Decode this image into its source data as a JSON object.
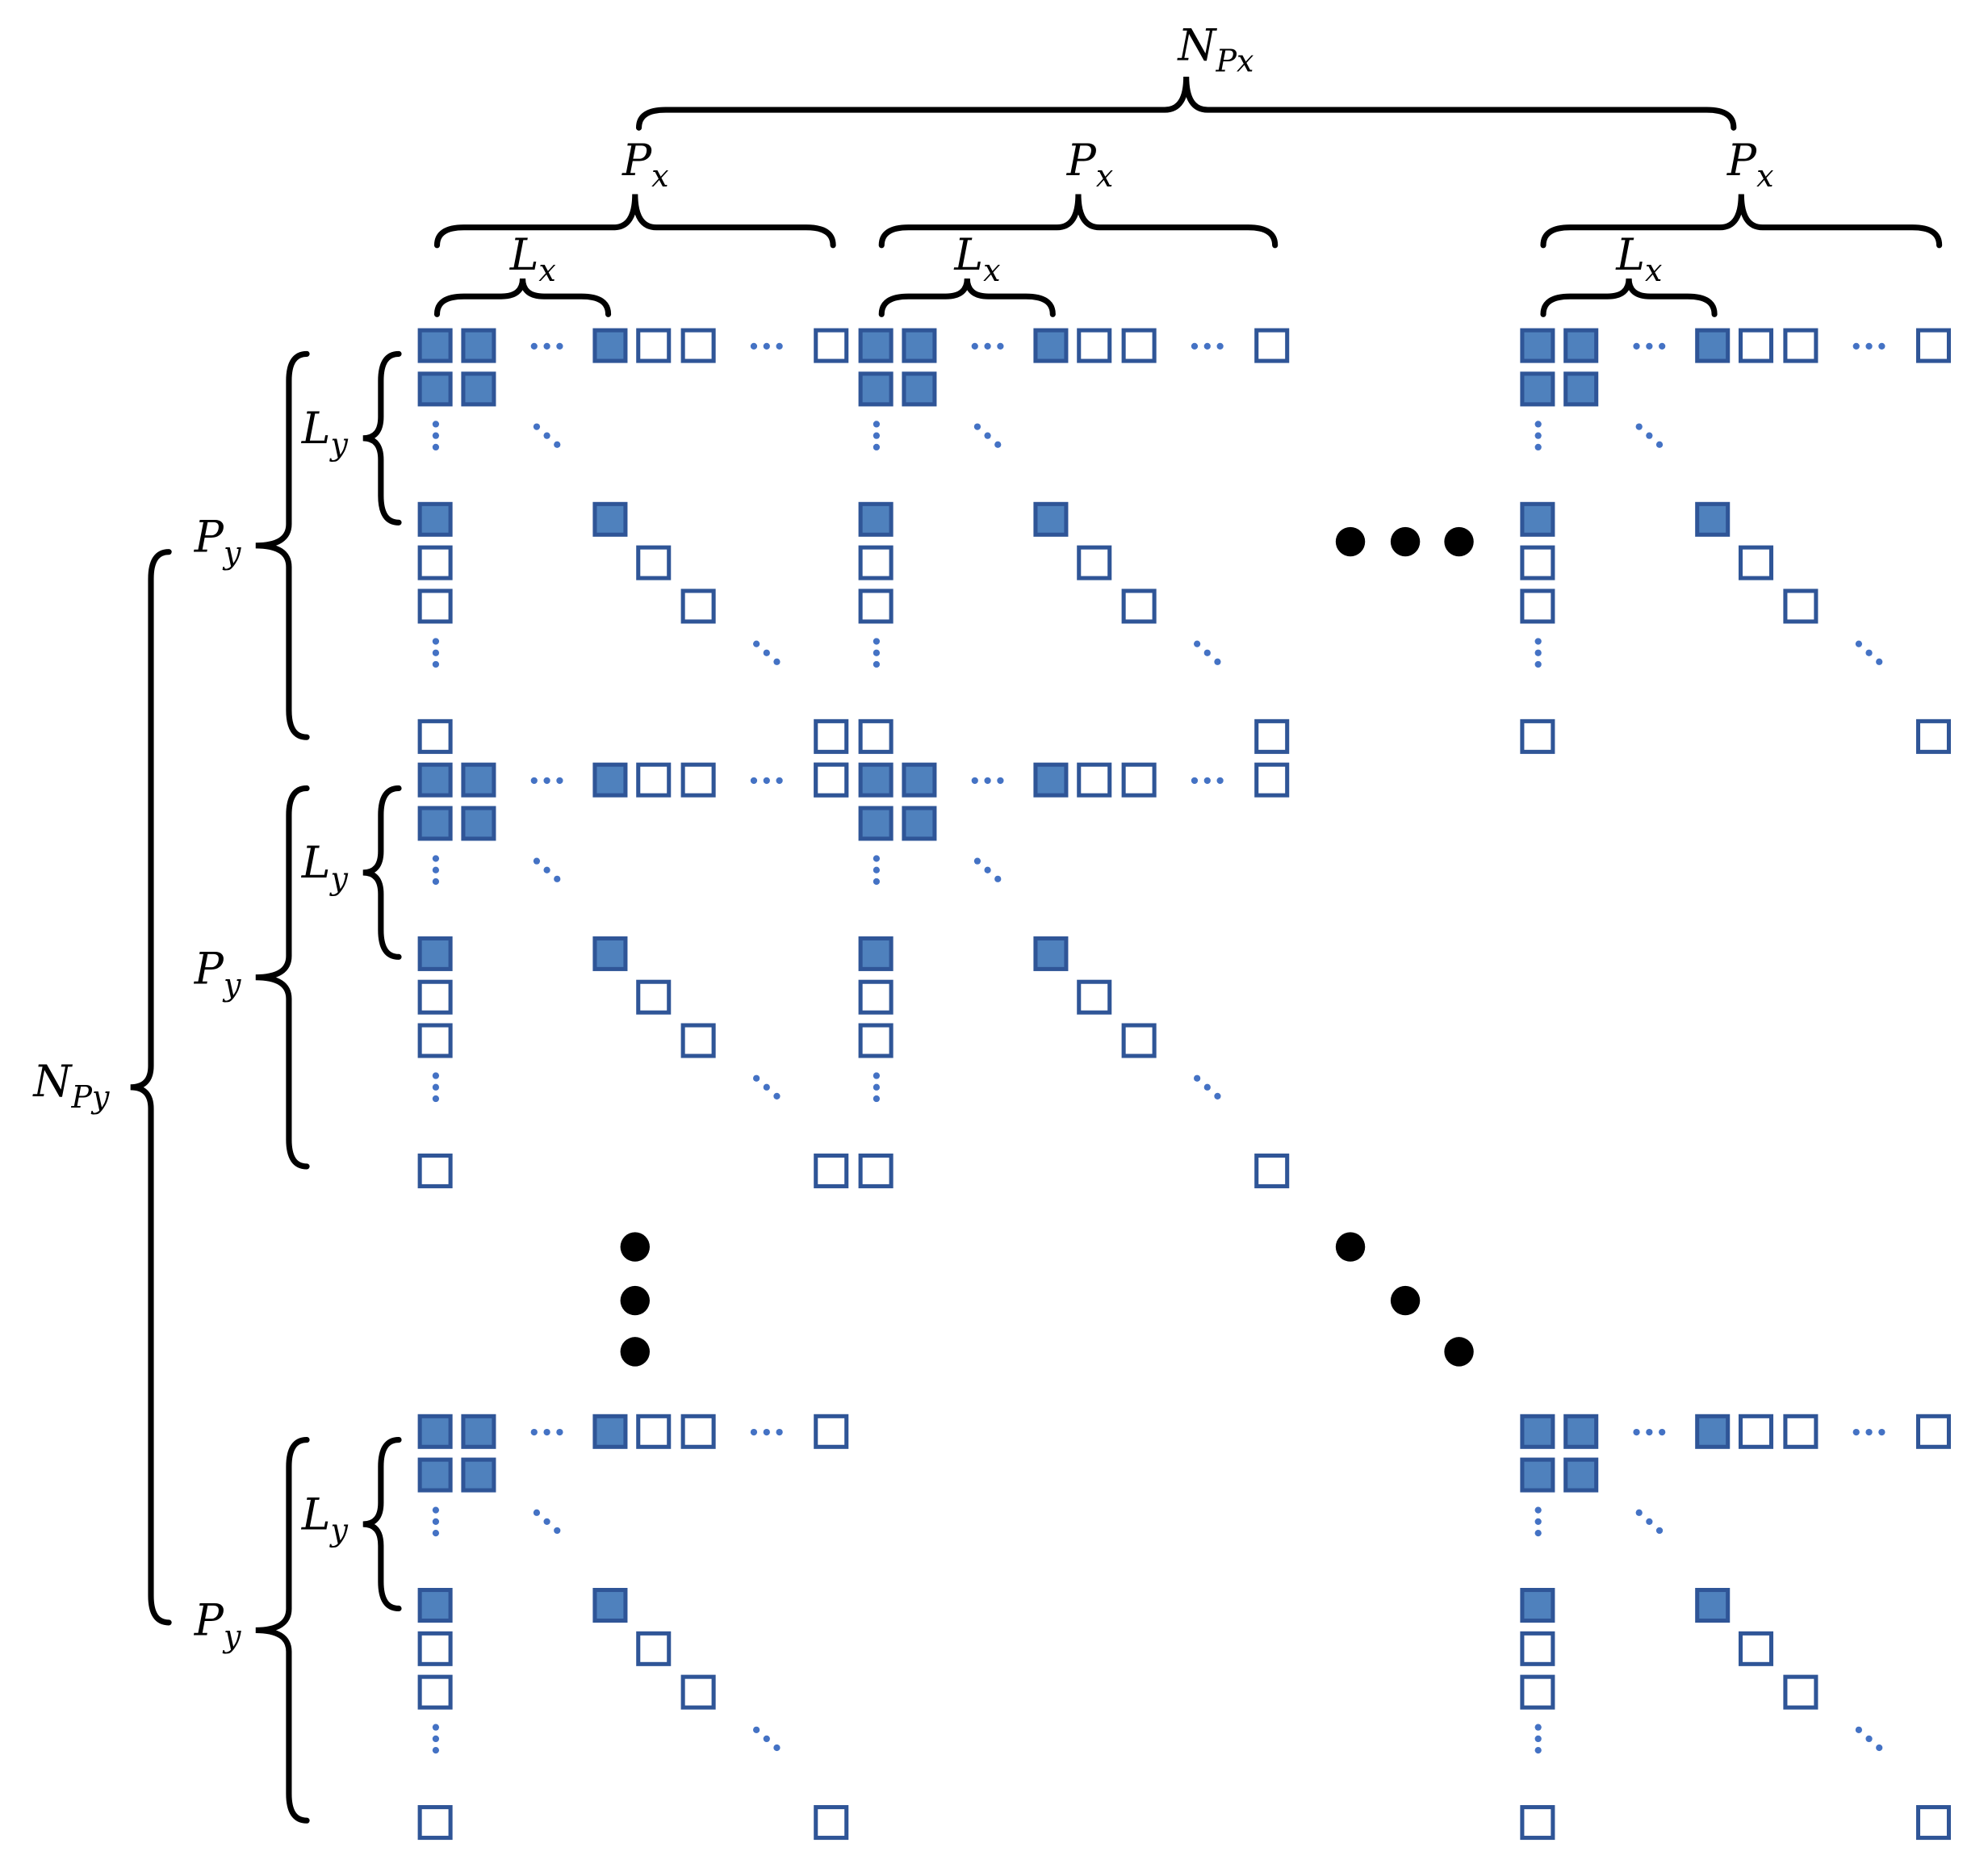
{
  "labels": {
    "npx": {
      "main": "N",
      "sub": "Px"
    },
    "npy": {
      "main": "N",
      "sub": "Py"
    },
    "px": {
      "main": "P",
      "sub": "x"
    },
    "py": {
      "main": "P",
      "sub": "y"
    },
    "lx": {
      "main": "L",
      "sub": "x"
    },
    "ly": {
      "main": "L",
      "sub": "y"
    }
  },
  "colors": {
    "cell_fill": "#4f81bd",
    "cell_border": "#2f5597",
    "dots_small": "#4472c4",
    "dots_big": "#000000",
    "brace": "#000000"
  }
}
